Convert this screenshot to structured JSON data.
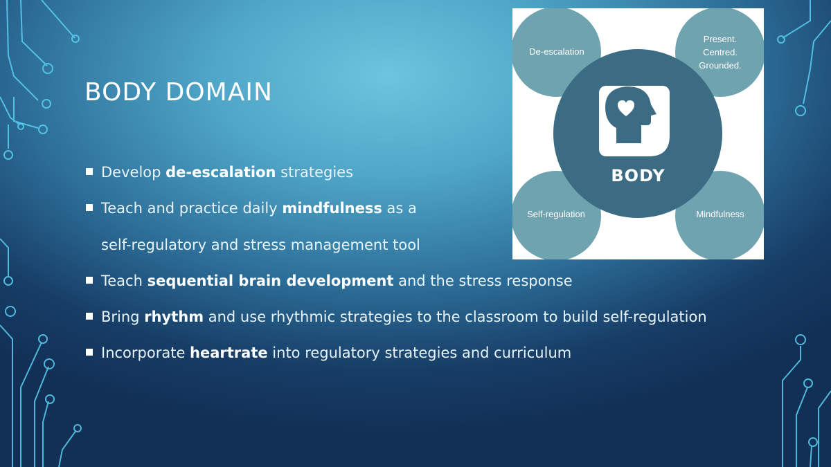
{
  "slide": {
    "title": "Body Domain",
    "bullets": [
      {
        "pre": "Develop ",
        "bold": "de-escalation",
        "post": " strategies"
      },
      {
        "pre": "Teach and practice daily ",
        "bold": "mindfulness",
        "post": " as a"
      },
      {
        "continuation": "self-regulatory and stress management tool"
      },
      {
        "pre": "Teach ",
        "bold": "sequential brain development",
        "post": " and the stress response"
      },
      {
        "pre": "Bring ",
        "bold": "rhythm",
        "post": " and use rhythmic strategies to the classroom to build self-regulation"
      },
      {
        "pre": "Incorporate ",
        "bold": "heartrate",
        "post": " into regulatory strategies and curriculum"
      }
    ]
  },
  "graphic": {
    "center_label": "BODY",
    "circles": {
      "top_left": "De-escalation",
      "top_right_lines": [
        "Present.",
        "Centred.",
        "Grounded."
      ],
      "bottom_left": "Self-regulation",
      "bottom_right": "Mindfulness"
    },
    "icon": "head-with-heart-icon"
  },
  "colors": {
    "outer_circle": "#6fa3b0",
    "center_circle": "#3b6c84",
    "circuit_lines": "#5ad0f2"
  }
}
